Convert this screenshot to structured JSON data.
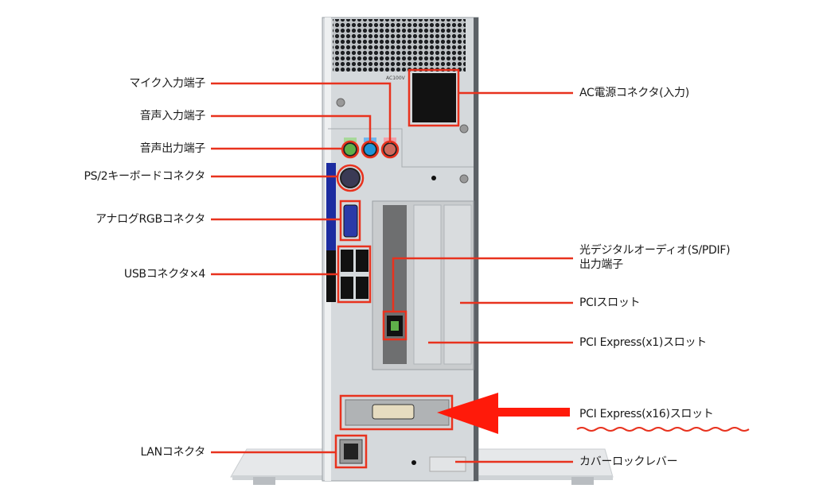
{
  "accent_color": "#e8321e",
  "case_text": "AC100V",
  "labels_left": {
    "mic_in": "マイク入力端子",
    "line_in": "音声入力端子",
    "line_out": "音声出力端子",
    "ps2": "PS/2キーボードコネクタ",
    "rgb": "アナログRGBコネクタ",
    "usb": "USBコネクタ×4",
    "lan": "LANコネクタ"
  },
  "labels_right": {
    "ac": "AC電源コネクタ(入力)",
    "spdif_line1": "光デジタルオーディオ(S/PDIF)",
    "spdif_line2": "出力端子",
    "pci": "PCIスロット",
    "pcie_x1": "PCI Express(x1)スロット",
    "pcie_x16": "PCI Express(x16)スロット",
    "cover_lock": "カバーロックレバー"
  }
}
